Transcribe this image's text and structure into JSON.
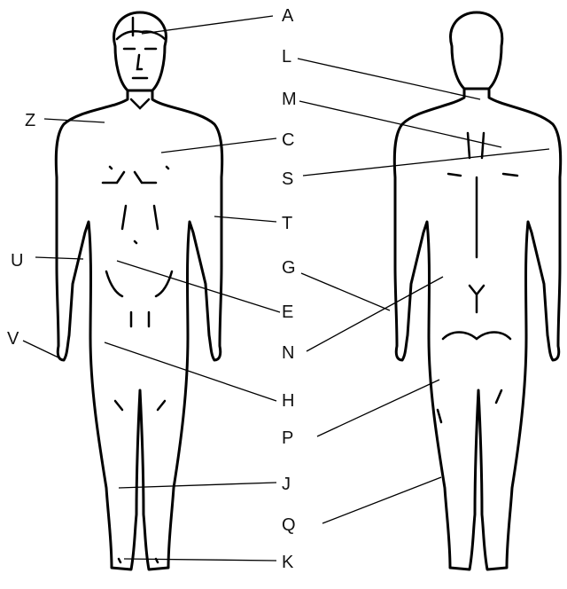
{
  "labels": {
    "A": "A",
    "L": "L",
    "M": "M",
    "Z": "Z",
    "C": "C",
    "S": "S",
    "T": "T",
    "U": "U",
    "G": "G",
    "E": "E",
    "V": "V",
    "N": "N",
    "H": "H",
    "P": "P",
    "J": "J",
    "Q": "Q",
    "K": "K"
  },
  "colors": {
    "ink": "#000000",
    "background": "#ffffff"
  }
}
